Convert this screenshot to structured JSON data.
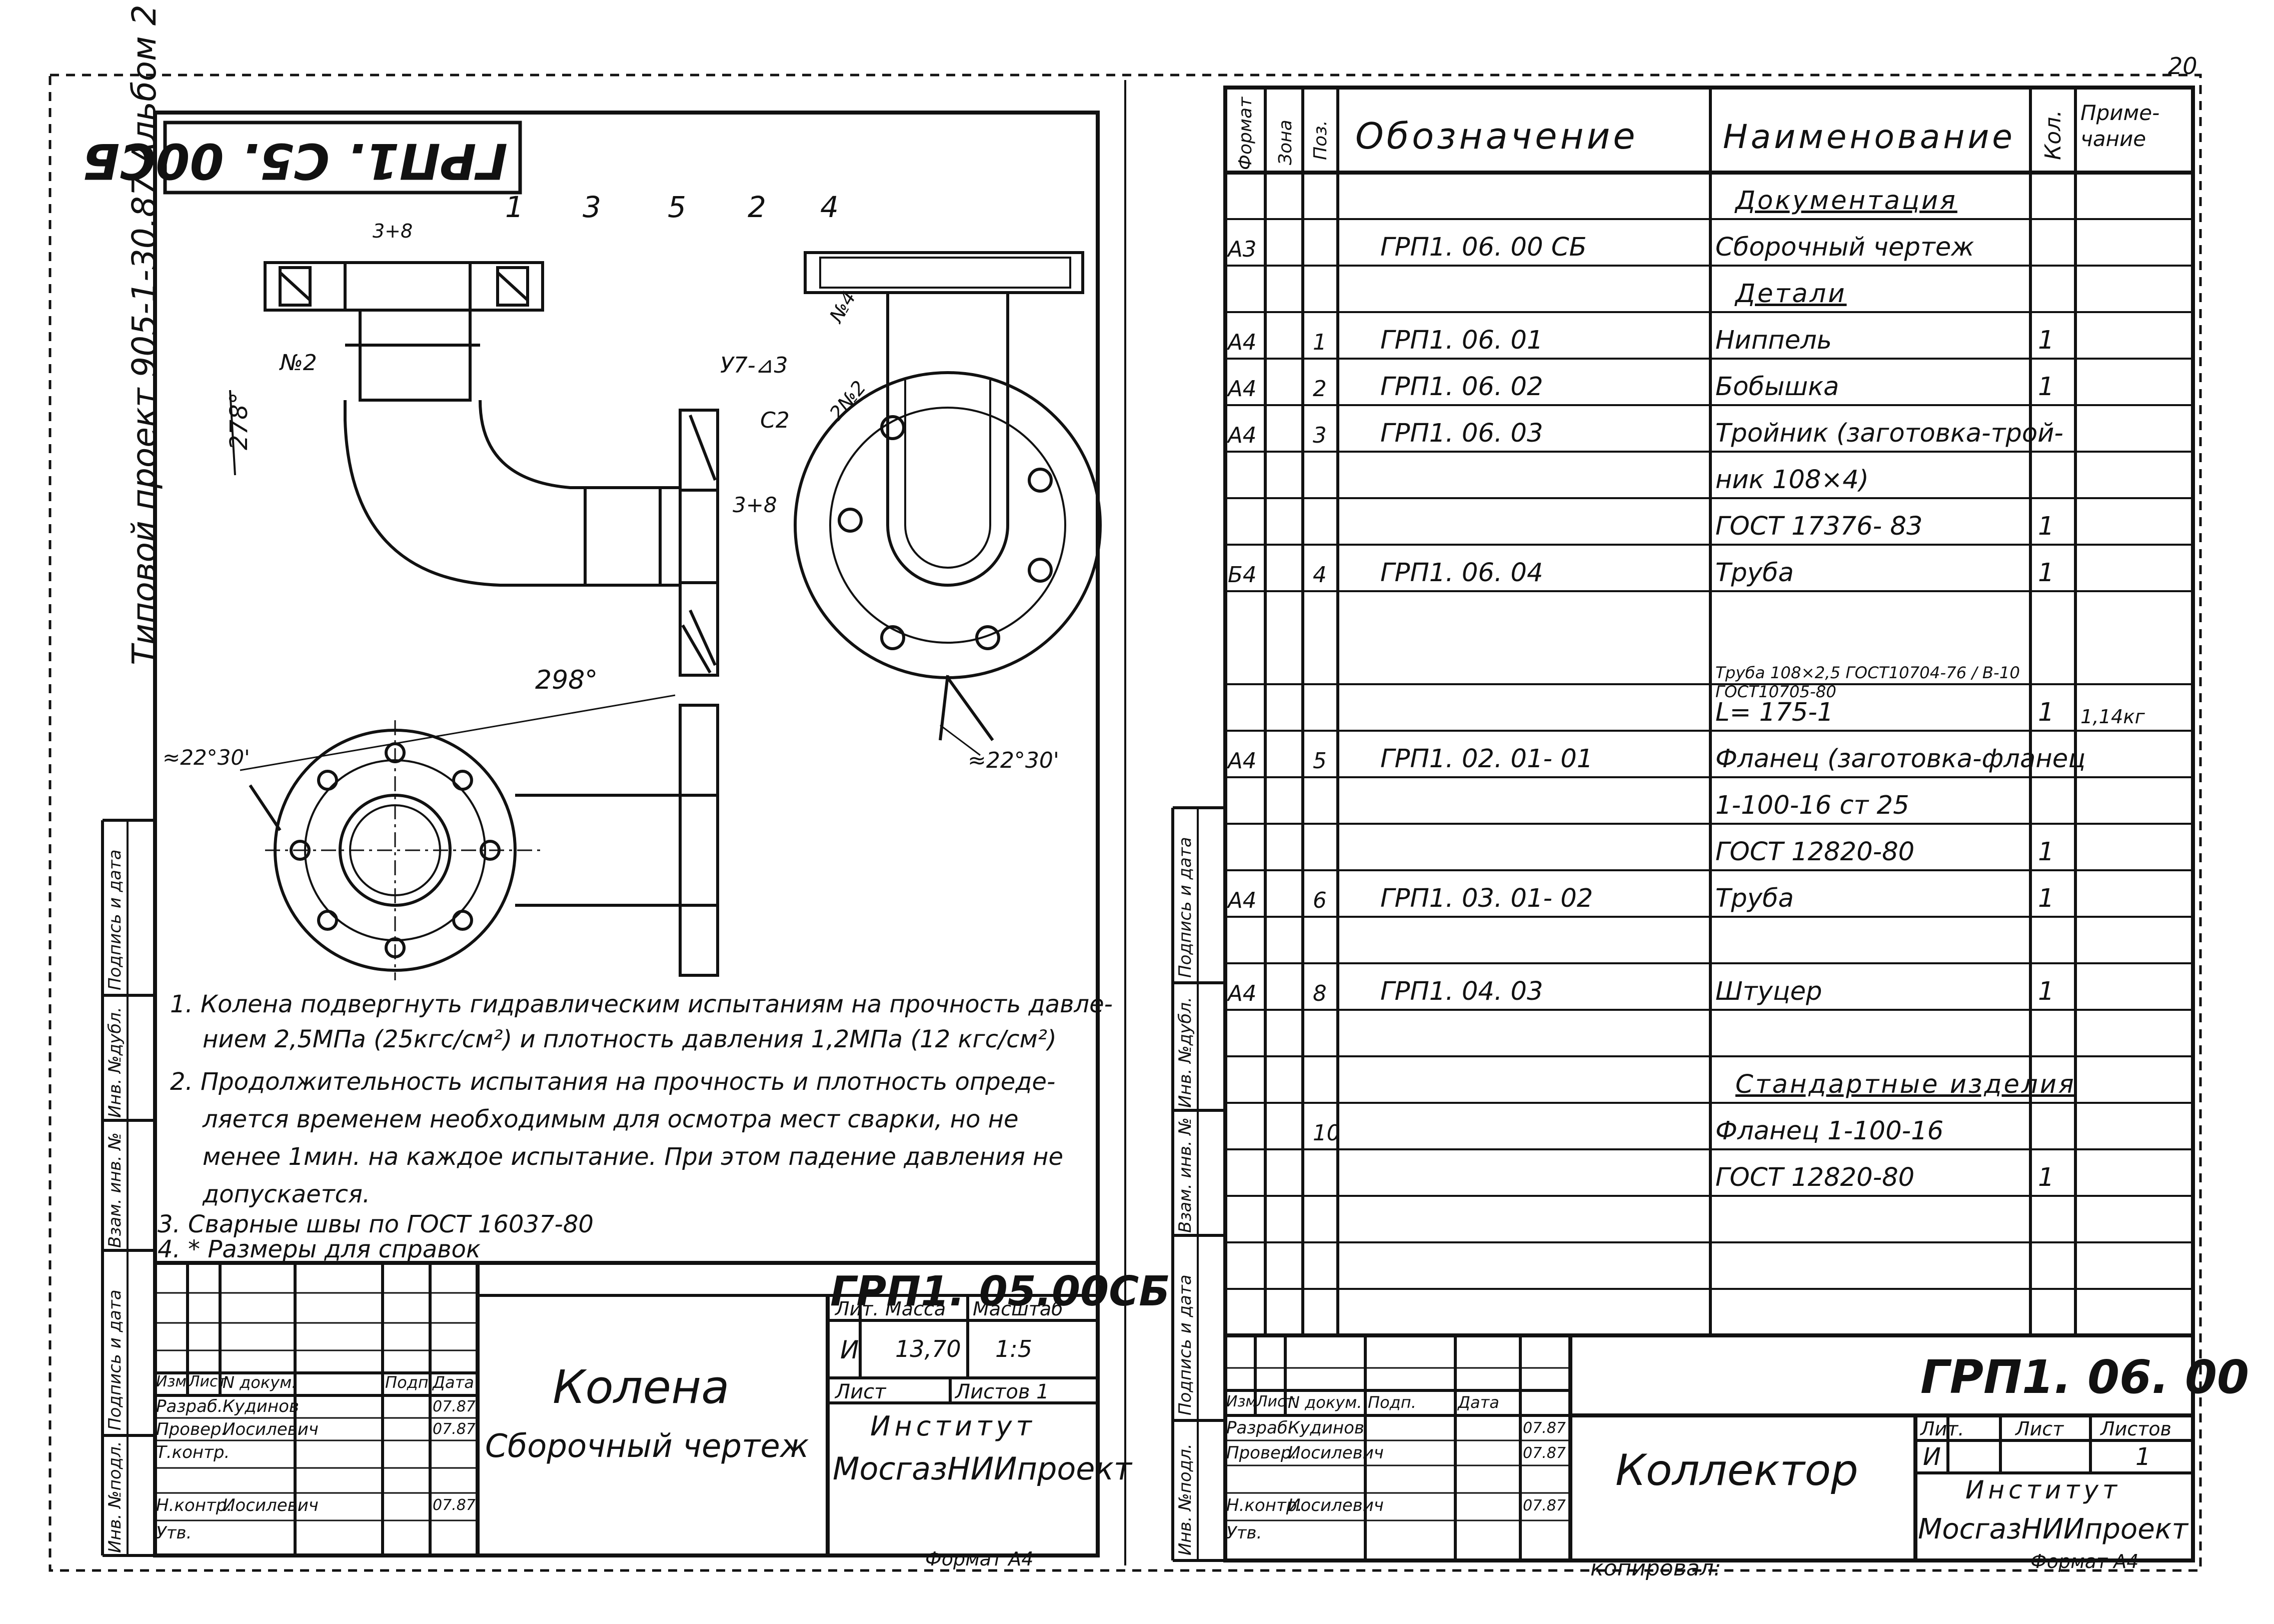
{
  "page_number": "20",
  "left_sheet": {
    "header_code": "ГРП1. С5. 00СБ",
    "project_label": "Типовой проект 905-1-30.87 Альбом 2",
    "balloons": [
      "1",
      "3",
      "5",
      "2",
      "4"
    ],
    "dims": {
      "d_278": "278°",
      "d_298": "298°",
      "d_3x8a": "3+8",
      "d_3x8b": "3+8",
      "weld_no2": "№2",
      "weld_y7": "У7-⊿3",
      "weld_c2": "С2",
      "weld_no4": "№4",
      "weld_2no2": "2№2",
      "ang_left": "≈22°30'",
      "ang_right": "≈22°30'"
    },
    "side_labels": [
      "Инв. №подл.",
      "Подпись и дата",
      "Взам. инв. №",
      "Инв. №дубл.",
      "Подпись и дата"
    ],
    "notes": [
      "1. Колена подвергнуть гидравлическим испытаниям на прочность давле-",
      "нием 2,5МПа (25кгс/см²) и плотность давления 1,2МПа (12 кгс/см²)",
      "2. Продолжительность испытания на прочность и плотность опреде-",
      "ляется временем необходимым для осмотра мест сварки, но не",
      "менее 1мин. на каждое испытание. При этом падение давления не",
      "допускается.",
      "3. Сварные швы по ГОСТ 16037-80",
      "4. * Размеры для справок"
    ],
    "title_block": {
      "code": "ГРП1. 05.00СБ",
      "name": "Колена",
      "doc_type": "Сборочный чертеж",
      "hdr_izm": "Изм",
      "hdr_list": "Лист",
      "hdr_ndok": "N докум.",
      "hdr_podp": "Подп.",
      "hdr_data": "Дата",
      "r1_role": "Разраб.",
      "r1_name": "Кудинов",
      "r1_date": "07.87",
      "r2_role": "Провер.",
      "r2_name": "Иосилевич",
      "r2_date": "07.87",
      "r3_role": "Т.контр.",
      "r4_role": "Н.контр.",
      "r4_name": "Иосилевич",
      "r4_date": "07.87",
      "r5_role": "Утв.",
      "lit_hdr": "Лит.",
      "mass_hdr": "Масса",
      "scale_hdr": "Масштаб",
      "lit": "И",
      "mass": "13,70",
      "scale": "1:5",
      "sheet_hdr": "Лист",
      "sheets_hdr": "Листов 1",
      "org1": "Институт",
      "org2": "МосгазНИИпроект",
      "format": "Формат А4"
    }
  },
  "right_sheet": {
    "headers": {
      "format": "Формат",
      "zone": "Зона",
      "pos": "Поз.",
      "designation": "Обозначение",
      "name": "Наименование",
      "qty": "Кол.",
      "note": "Приме- чание"
    },
    "rows": [
      {
        "fmt": "",
        "pos": "",
        "des": "",
        "name": "Документация",
        "qty": "",
        "note": "",
        "section": true
      },
      {
        "fmt": "А3",
        "pos": "",
        "des": "ГРП1. 06. 00 СБ",
        "name": "Сборочный чертеж",
        "qty": "",
        "note": ""
      },
      {
        "fmt": "",
        "pos": "",
        "des": "",
        "name": "Детали",
        "qty": "",
        "note": "",
        "section": true
      },
      {
        "fmt": "А4",
        "pos": "1",
        "des": "ГРП1. 06. 01",
        "name": "Ниппель",
        "qty": "1",
        "note": ""
      },
      {
        "fmt": "А4",
        "pos": "2",
        "des": "ГРП1. 06. 02",
        "name": "Бобышка",
        "qty": "1",
        "note": ""
      },
      {
        "fmt": "А4",
        "pos": "3",
        "des": "ГРП1. 06. 03",
        "name": "Тройник (заготовка-трой-",
        "qty": "",
        "note": ""
      },
      {
        "fmt": "",
        "pos": "",
        "des": "",
        "name": "ник 108×4)",
        "qty": "",
        "note": ""
      },
      {
        "fmt": "",
        "pos": "",
        "des": "",
        "name": "ГОСТ 17376- 83",
        "qty": "1",
        "note": ""
      },
      {
        "fmt": "Б4",
        "pos": "4",
        "des": "ГРП1. 06. 04",
        "name": "Труба",
        "qty": "1",
        "note": ""
      },
      {
        "fmt": "",
        "pos": "",
        "des": "",
        "name": "Труба 108×2,5 ГОСТ10704-76 / В-10 ГОСТ10705-80",
        "qty": "",
        "note": "",
        "tall": true
      },
      {
        "fmt": "",
        "pos": "",
        "des": "",
        "name": "L= 175-1",
        "qty": "1",
        "note": "1,14кг"
      },
      {
        "fmt": "А4",
        "pos": "5",
        "des": "ГРП1. 02. 01- 01",
        "name": "Фланец (заготовка-фланец",
        "qty": "",
        "note": ""
      },
      {
        "fmt": "",
        "pos": "",
        "des": "",
        "name": "1-100-16 ст 25",
        "qty": "",
        "note": ""
      },
      {
        "fmt": "",
        "pos": "",
        "des": "",
        "name": "ГОСТ 12820-80",
        "qty": "1",
        "note": ""
      },
      {
        "fmt": "А4",
        "pos": "6",
        "des": "ГРП1. 03. 01- 02",
        "name": "Труба",
        "qty": "1",
        "note": ""
      },
      {
        "fmt": "",
        "pos": "",
        "des": "",
        "name": "",
        "qty": "",
        "note": ""
      },
      {
        "fmt": "А4",
        "pos": "8",
        "des": "ГРП1. 04. 03",
        "name": "Штуцер",
        "qty": "1",
        "note": ""
      },
      {
        "fmt": "",
        "pos": "",
        "des": "",
        "name": "",
        "qty": "",
        "note": ""
      },
      {
        "fmt": "",
        "pos": "",
        "des": "",
        "name": "Стандартные изделия",
        "qty": "",
        "note": "",
        "section": true
      },
      {
        "fmt": "",
        "pos": "10",
        "des": "",
        "name": "Фланец 1-100-16",
        "qty": "",
        "note": ""
      },
      {
        "fmt": "",
        "pos": "",
        "des": "",
        "name": "ГОСТ 12820-80",
        "qty": "1",
        "note": ""
      },
      {
        "fmt": "",
        "pos": "",
        "des": "",
        "name": "",
        "qty": "",
        "note": ""
      },
      {
        "fmt": "",
        "pos": "",
        "des": "",
        "name": "",
        "qty": "",
        "note": ""
      },
      {
        "fmt": "",
        "pos": "",
        "des": "",
        "name": "",
        "qty": "",
        "note": ""
      }
    ],
    "side_labels": [
      "Инв. №подл.",
      "Подпись и дата",
      "Взам. инв. №",
      "Инв. №дубл.",
      "Подпись и дата"
    ],
    "title_block": {
      "code": "ГРП1. 06. 00",
      "name": "Коллектор",
      "hdr_izm": "Изм",
      "hdr_list": "Лист",
      "hdr_ndok": "N докум.",
      "hdr_podp": "Подп.",
      "hdr_data": "Дата",
      "r1_role": "Разраб.",
      "r1_name": "Кудинов",
      "r1_date": "07.87",
      "r2_role": "Провер.",
      "r2_name": "Иосилевич",
      "r2_date": "07.87",
      "r3_role": "Н.контр.",
      "r3_name": "Иосилевич",
      "r3_date": "07.87",
      "r4_role": "Утв.",
      "lit_hdr": "Лит.",
      "sheet_hdr": "Лист",
      "sheets_hdr": "Листов",
      "lit": "И",
      "sheets": "1",
      "org1": "Институт",
      "org2": "МосгазНИИпроект",
      "format": "Формат А4",
      "copied": "копировал:"
    }
  }
}
